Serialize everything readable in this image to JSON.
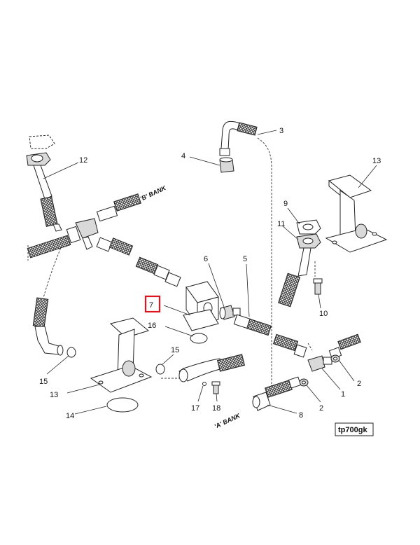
{
  "callouts": {
    "c1": "1",
    "c2a": "2",
    "c2b": "2",
    "c3": "3",
    "c4": "4",
    "c5": "5",
    "c6": "6",
    "c7": "7",
    "c8": "8",
    "c9": "9",
    "c10": "10",
    "c11": "11",
    "c12": "12",
    "c13a": "13",
    "c13b": "13",
    "c14": "14",
    "c15a": "15",
    "c15b": "15",
    "c16": "16",
    "c17": "17",
    "c18": "18"
  },
  "bank_labels": {
    "b_bank": "'B' BANK",
    "a_bank": "'A' BANK"
  },
  "reference_code": "tp700gk",
  "highlight_color": "#e0141e"
}
